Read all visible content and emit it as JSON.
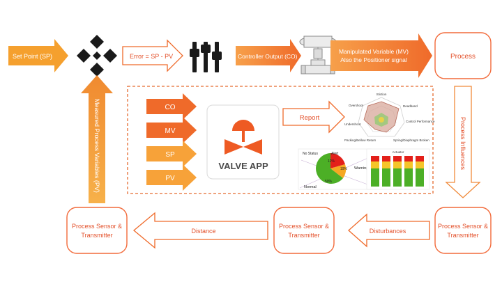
{
  "colors": {
    "orange": "#ef7a31",
    "lightOrange": "#f8a23a",
    "red": "#e95a28",
    "outline": "#f26a3a",
    "dashed": "#e56a2f"
  },
  "flow": {
    "setpoint": "Set Point (SP)",
    "error": "Error = SP - PV",
    "controller_output": "Controller Output (CO)",
    "mv_line1": "Manipulated Variable (MV)",
    "mv_line2": "Also the Positioner signal",
    "process": "Process",
    "influences": "Process Influences",
    "sensor_right": "Process Sensor & Transmitter",
    "disturbances": "Disturbances",
    "sensor_middle": "Process Sensor & Transmitter",
    "distance": "Distance",
    "sensor_left": "Process Sensor & Transmitter",
    "feedback": "Measured Process Variables (PV)"
  },
  "app": {
    "inputs": [
      "CO",
      "MV",
      "SP",
      "PV"
    ],
    "logo_text": "VALVE APP",
    "report": "Report",
    "radar_labels": [
      "Stiction",
      "Deadband",
      "Control Performance",
      "Spring/Diaphragm Broken",
      "Packing/Bellow Return",
      "Undershoot",
      "Overshoot"
    ],
    "pie_labels": {
      "title": "No Status",
      "alert": "Alert",
      "warning": "Warning",
      "normal": "Normal"
    },
    "pie_values": {
      "alert": 12,
      "warning": 19,
      "normal": 50
    },
    "pie_value_labels": [
      "12%",
      "19%",
      "50%"
    ],
    "bar_chart_title": "Actuator"
  },
  "icons": [
    "crosshair-controller-icon",
    "mixer-sliders-icon",
    "control-valve-icon",
    "valve-app-logo-icon"
  ]
}
